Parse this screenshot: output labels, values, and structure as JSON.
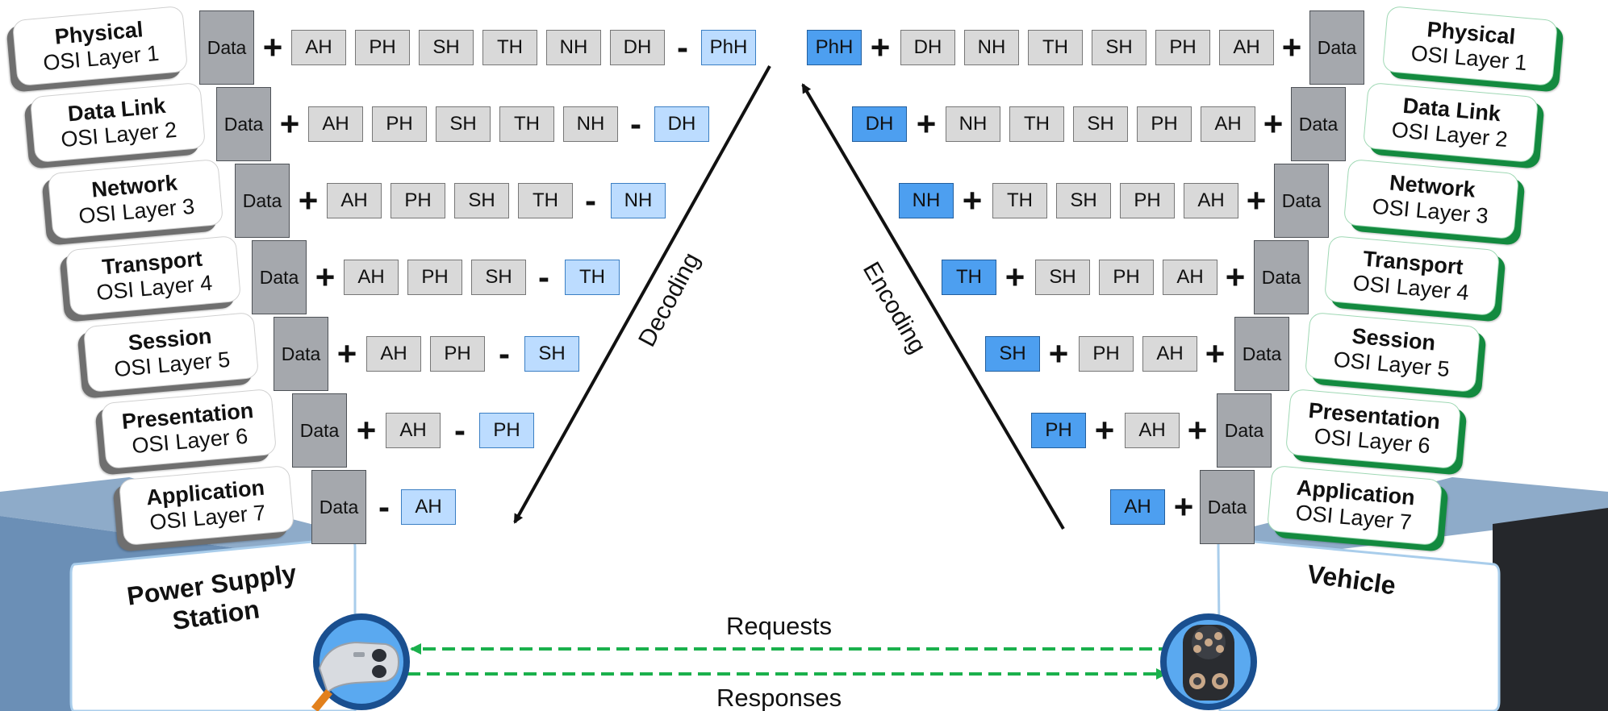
{
  "left_stack": {
    "layers": [
      {
        "name": "Physical",
        "osi": "OSI Layer 1",
        "data": "Data",
        "headers": [
          "AH",
          "PH",
          "SH",
          "TH",
          "NH",
          "DH"
        ],
        "removed": "PhH"
      },
      {
        "name": "Data Link",
        "osi": "OSI Layer 2",
        "data": "Data",
        "headers": [
          "AH",
          "PH",
          "SH",
          "TH",
          "NH"
        ],
        "removed": "DH"
      },
      {
        "name": "Network",
        "osi": "OSI Layer 3",
        "data": "Data",
        "headers": [
          "AH",
          "PH",
          "SH",
          "TH"
        ],
        "removed": "NH"
      },
      {
        "name": "Transport",
        "osi": "OSI Layer 4",
        "data": "Data",
        "headers": [
          "AH",
          "PH",
          "SH"
        ],
        "removed": "TH"
      },
      {
        "name": "Session",
        "osi": "OSI Layer 5",
        "data": "Data",
        "headers": [
          "AH",
          "PH"
        ],
        "removed": "SH"
      },
      {
        "name": "Presentation",
        "osi": "OSI Layer 6",
        "data": "Data",
        "headers": [
          "AH"
        ],
        "removed": "PH"
      },
      {
        "name": "Application",
        "osi": "OSI Layer 7",
        "data": "Data",
        "headers": [],
        "removed": "AH"
      }
    ],
    "station": "Power Supply Station"
  },
  "right_stack": {
    "layers": [
      {
        "name": "Physical",
        "osi": "OSI Layer 1",
        "data": "Data",
        "added": "PhH",
        "headers": [
          "DH",
          "NH",
          "TH",
          "SH",
          "PH",
          "AH"
        ]
      },
      {
        "name": "Data Link",
        "osi": "OSI Layer 2",
        "data": "Data",
        "added": "DH",
        "headers": [
          "NH",
          "TH",
          "SH",
          "PH",
          "AH"
        ]
      },
      {
        "name": "Network",
        "osi": "OSI Layer 3",
        "data": "Data",
        "added": "NH",
        "headers": [
          "TH",
          "SH",
          "PH",
          "AH"
        ]
      },
      {
        "name": "Transport",
        "osi": "OSI Layer 4",
        "data": "Data",
        "added": "TH",
        "headers": [
          "SH",
          "PH",
          "AH"
        ]
      },
      {
        "name": "Session",
        "osi": "OSI Layer 5",
        "data": "Data",
        "added": "SH",
        "headers": [
          "PH",
          "AH"
        ]
      },
      {
        "name": "Presentation",
        "osi": "OSI Layer 6",
        "data": "Data",
        "added": "PH",
        "headers": [
          "AH"
        ]
      },
      {
        "name": "Application",
        "osi": "OSI Layer 7",
        "data": "Data",
        "added": "AH",
        "headers": []
      }
    ],
    "station": "Vehicle"
  },
  "operators": {
    "plus": "+",
    "minus": "-"
  },
  "flows": {
    "decoding": "Decoding",
    "encoding": "Encoding"
  },
  "messages": {
    "requests": "Requests",
    "responses": "Responses"
  },
  "colors": {
    "data_box": "#a5a8ad",
    "header_box": "#d9d9d9",
    "removed_header": "#bcdcff",
    "added_header": "#4d9ff0",
    "left_card_shadow": "#6f6f6f",
    "right_card_shadow": "#138a3f",
    "message_line": "#1ab04c",
    "connector_ring": "#1a4f8f"
  },
  "icons": {
    "left_connector": "charging-plug-icon",
    "right_connector": "charging-socket-icon"
  }
}
